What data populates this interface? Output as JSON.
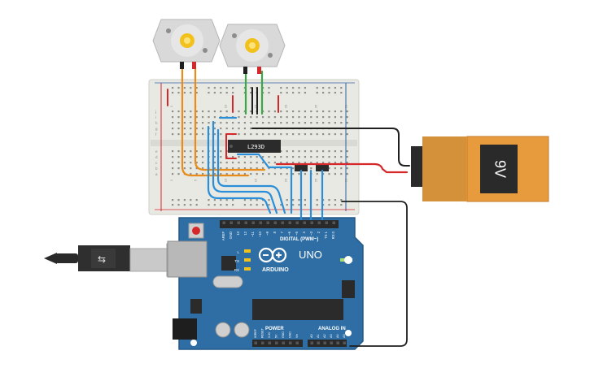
{
  "colors": {
    "breadboard": "#e9e9e4",
    "breadboard_hole": "#8f8f8a",
    "rail_red": "#d6272b",
    "rail_blue": "#2f5fa8",
    "arduino_board": "#2e6ea5",
    "arduino_dark": "#1f4d78",
    "header": "#2a2a2a",
    "chip": "#2b2b2b",
    "motor_body": "#d9d9d9",
    "motor_gear": "#f3c11b",
    "battery_orange": "#e89b3c",
    "battery_dark": "#2a2a2a",
    "wire_orange": "#e98c1a",
    "wire_green": "#3aa845",
    "wire_blue": "#2a8fd8",
    "wire_red": "#d6272b",
    "wire_black": "#1f1f1f",
    "usb_cable": "#2a2a2a",
    "usb_plug": "#c9c9c9"
  },
  "breadboard": {
    "row_letters_top": [
      "j",
      "i",
      "h",
      "g",
      "f"
    ],
    "row_letters_bottom": [
      "e",
      "d",
      "c",
      "b",
      "a"
    ],
    "column_numbers": [
      "1",
      "5",
      "10",
      "15",
      "20",
      "25",
      "30"
    ]
  },
  "chip": {
    "label": "L293D"
  },
  "battery": {
    "label": "9V"
  },
  "arduino": {
    "brand": "ARDUINO",
    "model": "UNO",
    "digital_label": "DIGITAL (PWM~)",
    "power_label": "POWER",
    "analog_label": "ANALOG IN",
    "on_label": "ON",
    "led_labels": [
      "L",
      "TX",
      "RX"
    ],
    "top_pins": [
      "AREF",
      "GND",
      "13",
      "12",
      "~11",
      "~10",
      "~9",
      "8",
      "7",
      "~6",
      "~5",
      "4",
      "~3",
      "2",
      "TX 1",
      "RX 0"
    ],
    "power_pins": [
      "IOREF",
      "RESET",
      "3.3V",
      "5V",
      "GND",
      "GND",
      "Vin"
    ],
    "analog_pins": [
      "A0",
      "A1",
      "A2",
      "A3",
      "A4",
      "A5"
    ]
  }
}
